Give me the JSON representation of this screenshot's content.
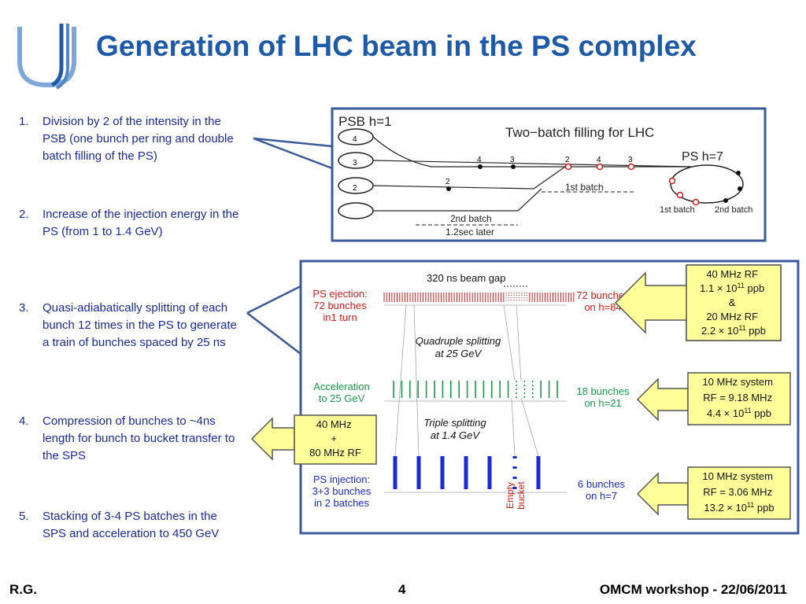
{
  "title": "Generation of LHC beam in the PS complex",
  "list_items": [
    {
      "num": "1.",
      "text": "Division by 2 of the intensity in the PSB (one bunch per ring and double batch filling of the PS)"
    },
    {
      "num": "2.",
      "text": "Increase of the injection energy in the PS (from 1 to 1.4 GeV)"
    },
    {
      "num": "3.",
      "text": "Quasi-adiabatically splitting of each bunch 12 times in the PS to generate a train of bunches spaced by 25 ns"
    },
    {
      "num": "4.",
      "text": "Compression of bunches to ~4ns length for bunch to bucket transfer to the SPS"
    },
    {
      "num": "5.",
      "text": "Stacking of 3-4 PS batches in the SPS and acceleration to 450 GeV"
    }
  ],
  "filling_diagram": {
    "psb_label": "PSB  h=1",
    "heading": "Two−batch  filling  for  LHC",
    "ring_numbers": [
      "4",
      "3",
      "2"
    ],
    "line_numbers_top": [
      "4",
      "3",
      "2",
      "4",
      "3"
    ],
    "line_number_bottom": "2",
    "ps_label": "PS  h=7",
    "batch1": "1st batch",
    "batch2": "2nd batch",
    "delay": "1.2sec  later",
    "ps_batch1": "1st batch",
    "ps_batch2": "2nd batch"
  },
  "splitting": {
    "beam_gap": "320 ns beam gap",
    "ejection": [
      "PS ejection:",
      "72 bunches",
      "in1 turn"
    ],
    "right_top": [
      "72 bunches",
      "on h=84"
    ],
    "quadruple": [
      "Quadruple splitting",
      "at 25 GeV"
    ],
    "acceleration": [
      "Acceleration",
      "to 25 GeV"
    ],
    "right_mid": [
      "18 bunches",
      "on h=21"
    ],
    "triple": [
      "Triple splitting",
      "at 1.4 GeV"
    ],
    "injection": [
      "PS injection:",
      "3+3 bunches",
      "in 2 batches"
    ],
    "right_bot": [
      "6 bunches",
      "on h=7"
    ],
    "empty_bucket": [
      "Empty",
      "bucket"
    ]
  },
  "callouts": {
    "rf40": [
      "40 MHz RF",
      "1.1 × 10",
      "11",
      " ppb",
      "&",
      "20 MHz RF",
      "2.2 × 10",
      "11",
      " ppb"
    ],
    "rf10a": [
      "10 MHz system",
      "RF = 9.18 MHz",
      "4.4 × 10",
      "11",
      " ppb"
    ],
    "rf10b": [
      "10 MHz system",
      "RF = 3.06 MHz",
      "13.2 × 10",
      "11",
      " ppb"
    ],
    "compress": [
      "40 MHz",
      "+",
      "80 MHz RF"
    ]
  },
  "footer": {
    "left": "R.G.",
    "page": "4",
    "right": "OMCM workshop - 22/06/2011"
  },
  "colors": {
    "title": "#1f5aa8",
    "list_text": "#1a2a9a",
    "frame": "#3a5a9a",
    "ejection_red": "#d11a1a",
    "acceleration_green": "#1a9a4a",
    "injection_blue": "#1a2ad0",
    "callout_fill": "#ffff99"
  }
}
